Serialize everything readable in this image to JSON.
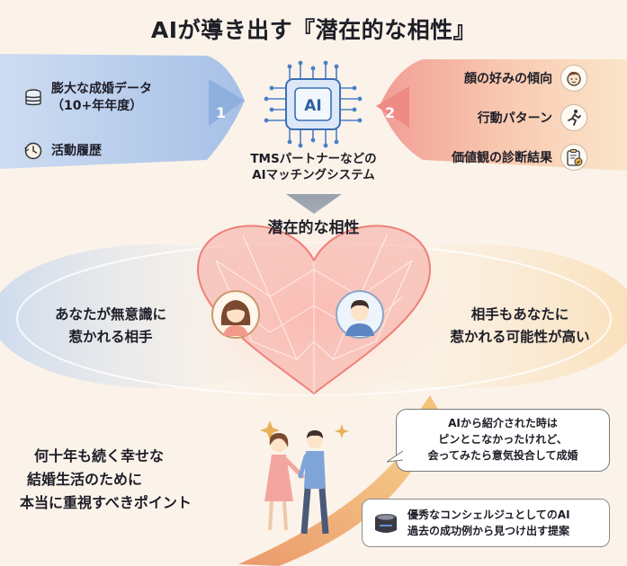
{
  "title": "AIが導き出す『潜在的な相性』",
  "inputs_left": [
    {
      "line1": "膨大な成婚データ",
      "line2": "（10+年年度）",
      "icon": "database-icon"
    },
    {
      "line1": "活動履歴",
      "line2": "",
      "icon": "history-clock-icon"
    }
  ],
  "step_labels": [
    "1",
    "2"
  ],
  "ai_chip_label": "AI",
  "system_label": [
    "TMSパートナーなどの",
    "AIマッチングシステム"
  ],
  "inputs_right": [
    {
      "label": "顔の好みの傾向",
      "icon": "face-icon"
    },
    {
      "label": "行動パターン",
      "icon": "running-person-icon"
    },
    {
      "label": "価値観の診断結果",
      "icon": "clipboard-check-icon"
    }
  ],
  "result_title": "潜在的な相性",
  "left_statement": [
    "あなたが無意識に",
    "惹かれる相手"
  ],
  "right_statement": [
    "相手もあなたに",
    "惹かれる可能性が高い"
  ],
  "bottom_statement": [
    "何十年も続く幸せな",
    "結婚生活のために",
    "本当に重視すべきポイント"
  ],
  "speech_bubble": [
    "AIから紹介された時は",
    "ピンとこなかったけれど、",
    "会ってみたら意気投合して成婚"
  ],
  "concierge_note": [
    "優秀なコンシェルジュとしてのAI",
    "過去の成功例から見つけ出す提案"
  ],
  "colors": {
    "background": "#fbf3e9",
    "left_flow": "#a9c4ea",
    "right_flow": "#f3a49a",
    "heart": "#f07a7a",
    "path": "#f2b36e"
  }
}
